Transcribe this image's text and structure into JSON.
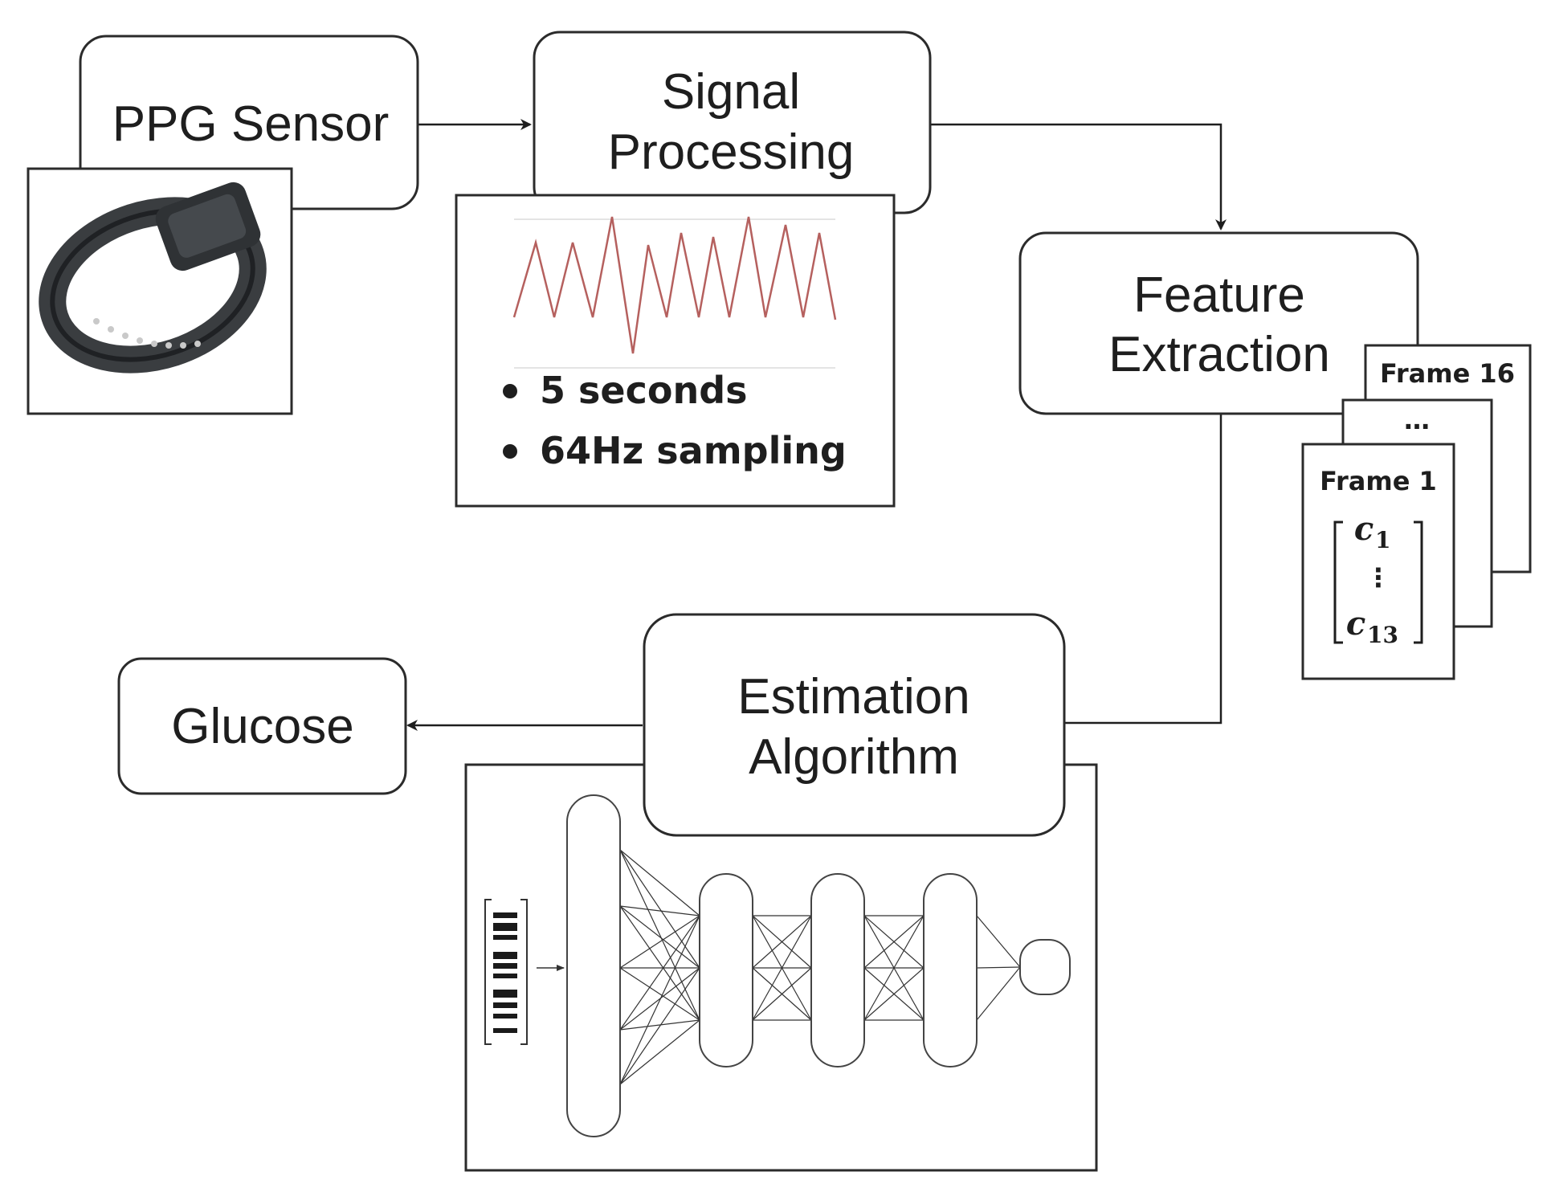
{
  "nodes": {
    "ppg_sensor": {
      "label": "PPG Sensor"
    },
    "signal_processing": {
      "line1": "Signal",
      "line2": "Processing"
    },
    "feature_extraction": {
      "line1": "Feature",
      "line2": "Extraction"
    },
    "estimation_algorithm": {
      "line1": "Estimation",
      "line2": "Algorithm"
    },
    "glucose": {
      "label": "Glucose"
    }
  },
  "signal_panel": {
    "bullets": [
      "5 seconds",
      "64Hz sampling"
    ],
    "waveform_color": "#b5605e"
  },
  "frames": {
    "back": "Frame 16",
    "middle": "…",
    "front": "Frame 1",
    "vector_top": "c",
    "vector_top_sub": "1",
    "vector_bottom": "c",
    "vector_bottom_sub": "13",
    "vdots": "⋮"
  },
  "edges": [
    {
      "from": "PPG Sensor",
      "to": "Signal Processing"
    },
    {
      "from": "Signal Processing",
      "to": "Feature Extraction"
    },
    {
      "from": "Feature Extraction",
      "to": "Estimation Algorithm"
    },
    {
      "from": "Estimation Algorithm",
      "to": "Glucose"
    }
  ],
  "icons": {
    "wristband": "wristband-device-icon",
    "network": "neural-network-icon"
  }
}
